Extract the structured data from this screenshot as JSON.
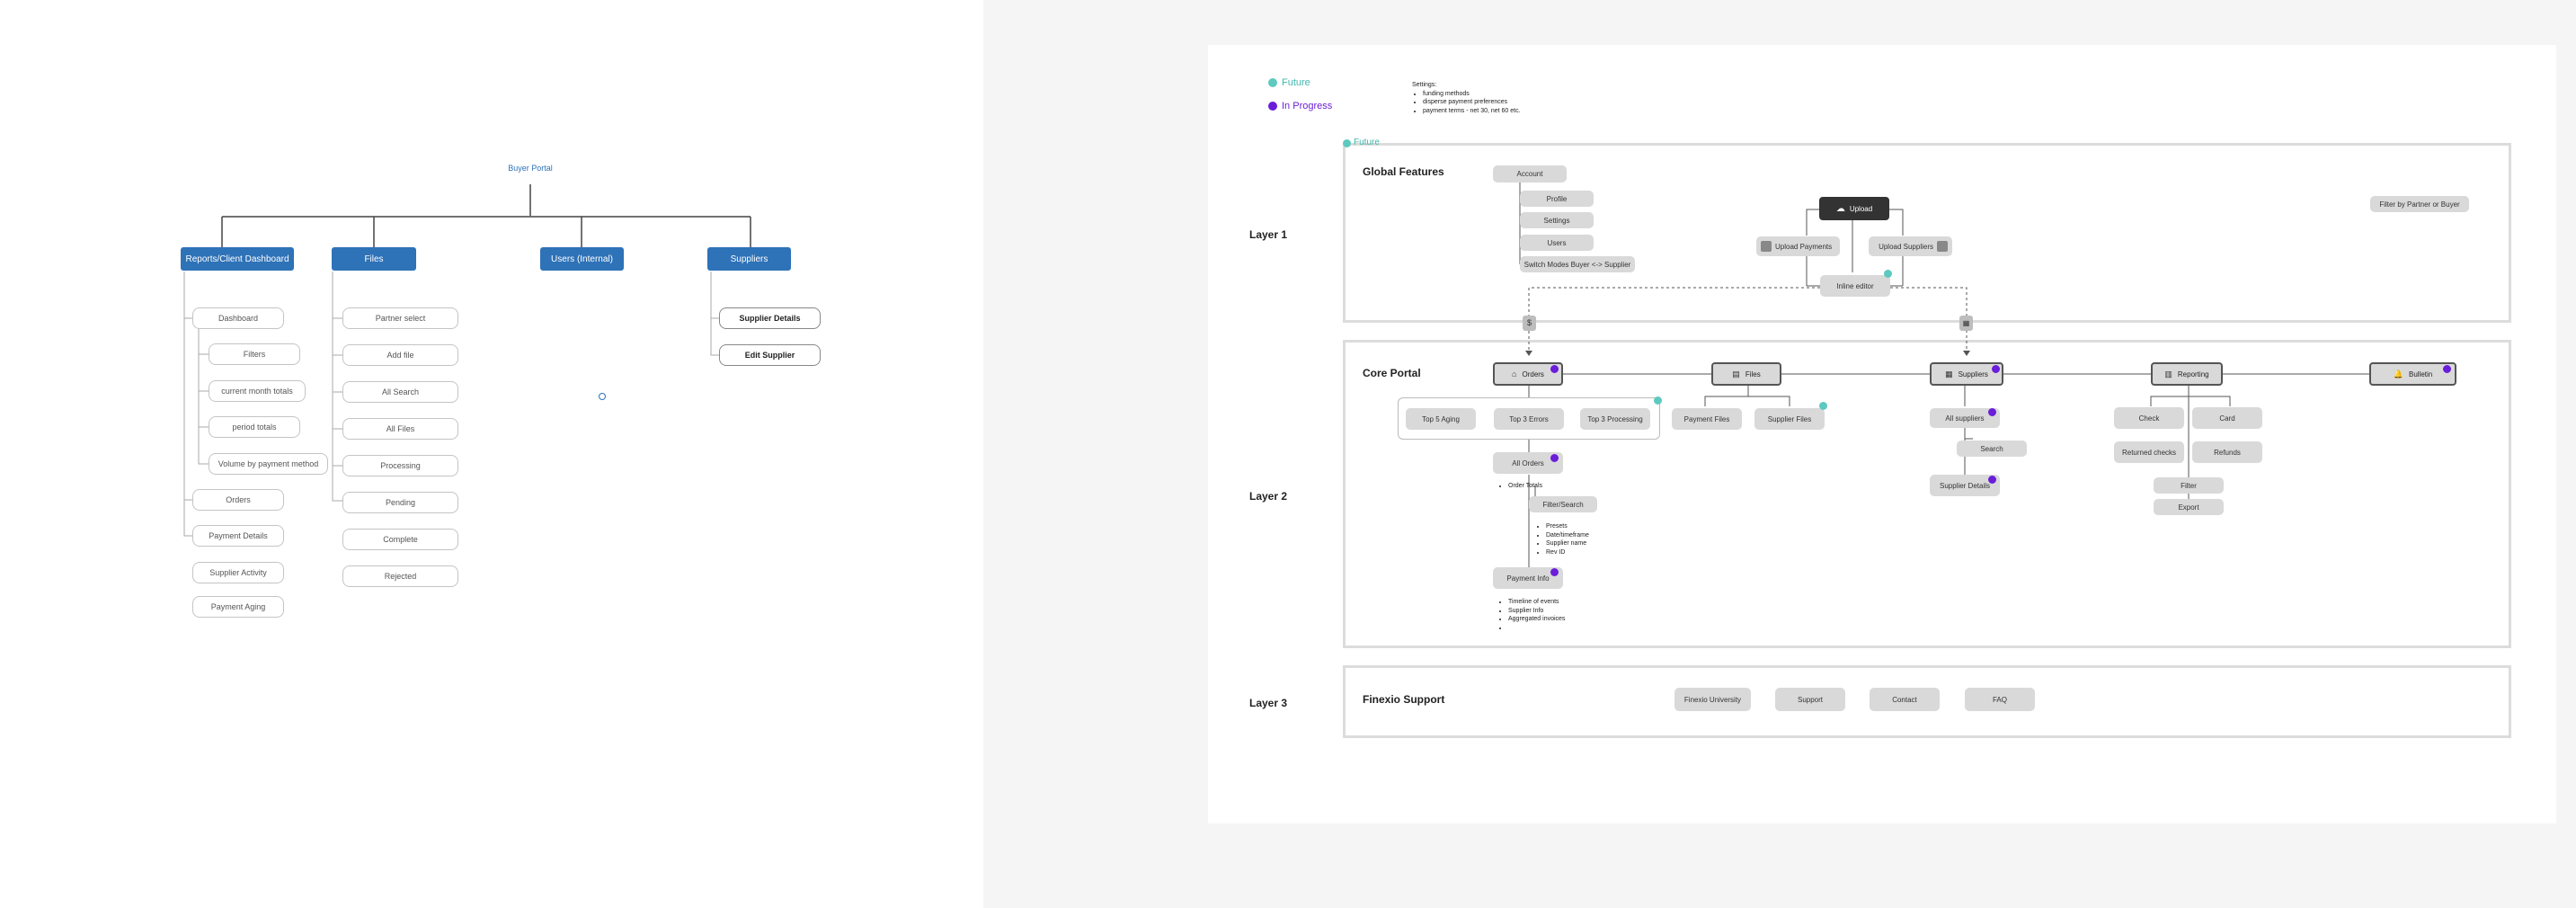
{
  "colors": {
    "primary_blue": "#2e72b8",
    "future_teal": "#5dc9bf",
    "in_progress_purple": "#6a1ed8",
    "dark_box": "#333333"
  },
  "left": {
    "root": "Buyer Portal",
    "top_nodes": [
      "Reports/Client Dashboard",
      "Files",
      "Users (Internal)",
      "Suppliers"
    ],
    "reports_children": {
      "dashboard": "Dashboard",
      "dashboard_children": [
        "Filters",
        "current month totals",
        "period totals",
        "Volume by payment method"
      ],
      "others": [
        "Orders",
        "Payment Details",
        "Supplier Activity",
        "Payment Aging"
      ]
    },
    "files_children": [
      "Partner select",
      "Add file",
      "All Search",
      "All Files",
      "Processing",
      "Pending",
      "Complete",
      "Rejected"
    ],
    "suppliers_children": [
      "Supplier Details",
      "Edit Supplier"
    ]
  },
  "legend": {
    "future": "Future",
    "in_progress": "In Progress"
  },
  "settings_note": {
    "title": "Settings:",
    "items": [
      "funding methods",
      "disperse payment preferences",
      "payment terms - net 30, net 60 etc."
    ]
  },
  "layer1": {
    "label": "Layer 1",
    "tag": "Future",
    "title": "Global Features",
    "account": "Account",
    "account_items": [
      "Profile",
      "Settings",
      "Users",
      "Switch Modes Buyer <-> Supplier"
    ],
    "upload": "Upload",
    "upload_payments": "Upload Payments",
    "upload_suppliers": "Upload Suppliers",
    "inline_editor": "Inline editor",
    "filter": "Filter by Partner or Buyer"
  },
  "layer2": {
    "label": "Layer 2",
    "title": "Core Portal",
    "nav": [
      "Orders",
      "Files",
      "Suppliers",
      "Reporting",
      "Bulletin"
    ],
    "tops": [
      "Top 5 Aging",
      "Top 3 Errors",
      "Top 3 Processing"
    ],
    "all_orders": "All Orders",
    "order_totals": "Order Totals",
    "filter_search": "Filter/Search",
    "filter_items": [
      "Presets",
      "Date/timeframe",
      "Supplier name",
      "Rev ID"
    ],
    "payment_info": "Payment Info",
    "payment_items": [
      "Timeline of events",
      "Supplier Info",
      "Aggregated invoices",
      ""
    ],
    "payment_files": "Payment Files",
    "supplier_files": "Supplier Files",
    "all_suppliers": "All suppliers",
    "search": "Search",
    "supplier_details": "Supplier Details",
    "reporting_items": [
      "Check",
      "Card",
      "Returned checks",
      "Refunds",
      "Filter",
      "Export"
    ]
  },
  "layer3": {
    "label": "Layer 3",
    "title": "Finexio Support",
    "items": [
      "Finexio University",
      "Support",
      "Contact",
      "FAQ"
    ]
  }
}
